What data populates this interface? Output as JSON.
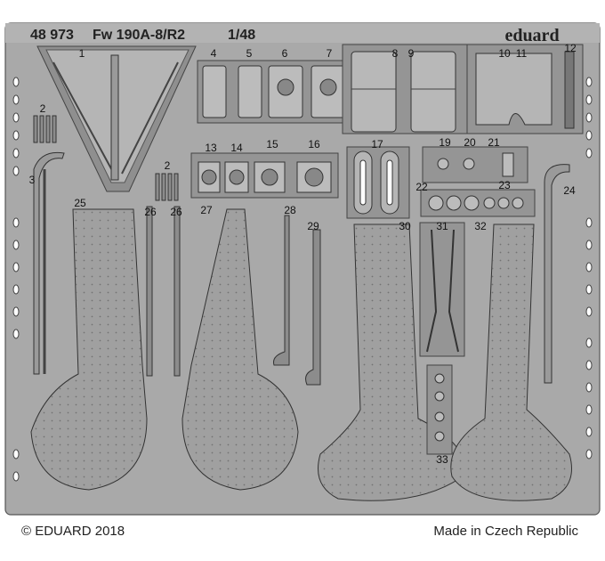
{
  "sheet": {
    "catalog_number": "48 973",
    "title": "Fw 190A-8/R2",
    "scale": "1/48",
    "brand": "eduard",
    "copyright": "© EDUARD 2018",
    "origin": "Made in Czech Republic"
  },
  "part_numbers": [
    "1",
    "2",
    "3",
    "4",
    "5",
    "6",
    "7",
    "8",
    "9",
    "10",
    "11",
    "12",
    "13",
    "14",
    "15",
    "16",
    "17",
    "19",
    "20",
    "21",
    "22",
    "23",
    "24",
    "25",
    "26",
    "27",
    "28",
    "29",
    "30",
    "31",
    "32",
    "33"
  ],
  "colors": {
    "fret": "#a9a9a9",
    "part": "#9b9b9b",
    "outline": "#3a3a3a",
    "background": "#ffffff"
  }
}
